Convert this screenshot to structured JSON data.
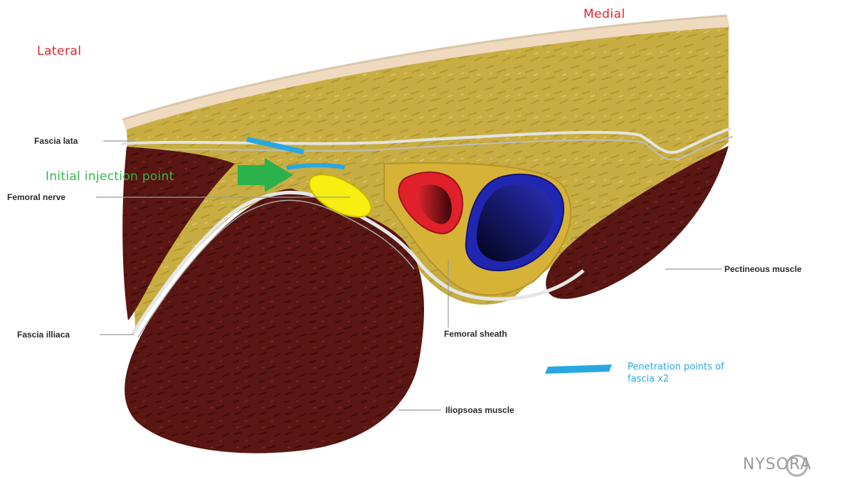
{
  "orientation": {
    "lateral": "Lateral",
    "medial": "Medial"
  },
  "labels": {
    "fascia_lata": "Fascia lata",
    "femoral_nerve": "Femoral nerve",
    "fascia_illiaca": "Fascia illiaca",
    "femoral_sheath": "Femoral sheath",
    "iliopsoas_muscle": "Iliopsoas muscle",
    "pectineous_muscle": "Pectineous muscle"
  },
  "injection": {
    "label": "Initial injection point"
  },
  "legend": {
    "penetration_text": "Penetration points of\nfascia x2"
  },
  "logo": {
    "text": "NYSORA"
  },
  "colors": {
    "fat": "#c9b043",
    "skin": "#f0dcc0",
    "muscle": "#5c1512",
    "artery": "#d8202a",
    "vein": "#1f23a6",
    "nerve": "#f4ee10",
    "penetration": "#29a8e0",
    "arrow": "#2bb24c",
    "fascia": "#dcdcdc"
  }
}
